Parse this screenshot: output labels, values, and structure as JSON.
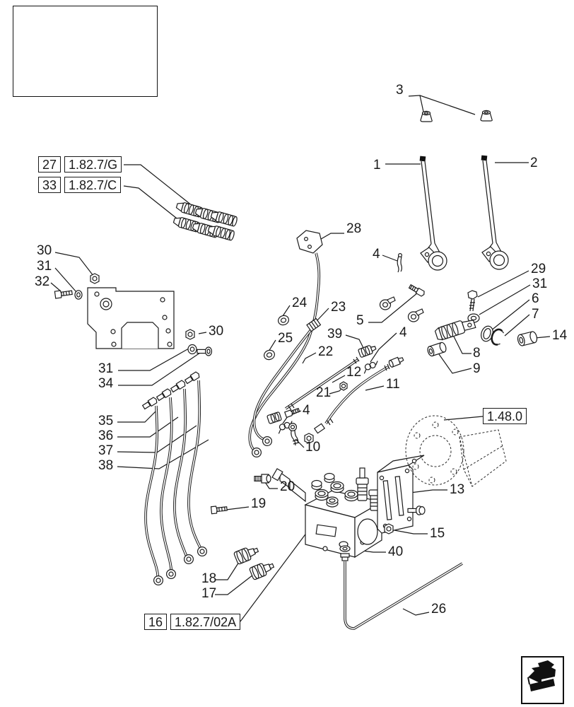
{
  "colors": {
    "ink": "#1a1a1a",
    "paper": "#ffffff"
  },
  "thumbnail": {
    "name": "tractor-side-view",
    "highlight": "rear-hydraulics-area"
  },
  "icons": {
    "corner_nav": "folded-page-arrow-left"
  },
  "ref_links": {
    "ref_27": {
      "num": "27",
      "code": "1.82.7/G"
    },
    "ref_33": {
      "num": "33",
      "code": "1.82.7/C"
    },
    "ref_148": {
      "code": "1.48.0"
    },
    "ref_16": {
      "num": "16",
      "code": "1.82.7/02A"
    }
  },
  "callouts": {
    "n1": "1",
    "n2": "2",
    "n3": "3",
    "n4a": "4",
    "n4b": "4",
    "n4c": "4",
    "n5": "5",
    "n6": "6",
    "n7": "7",
    "n8": "8",
    "n9": "9",
    "n10": "10",
    "n11": "11",
    "n12": "12",
    "n13": "13",
    "n14": "14",
    "n15": "15",
    "n17": "17",
    "n18": "18",
    "n19": "19",
    "n20": "20",
    "n21": "21",
    "n22": "22",
    "n23": "23",
    "n24": "24",
    "n25": "25",
    "n26": "26",
    "n28": "28",
    "n29": "29",
    "n30a": "30",
    "n30b": "30",
    "n31a": "31",
    "n31b": "31",
    "n31c": "31",
    "n32": "32",
    "n34": "34",
    "n35": "35",
    "n36": "36",
    "n37": "37",
    "n38": "38",
    "n39": "39",
    "n40": "40"
  }
}
